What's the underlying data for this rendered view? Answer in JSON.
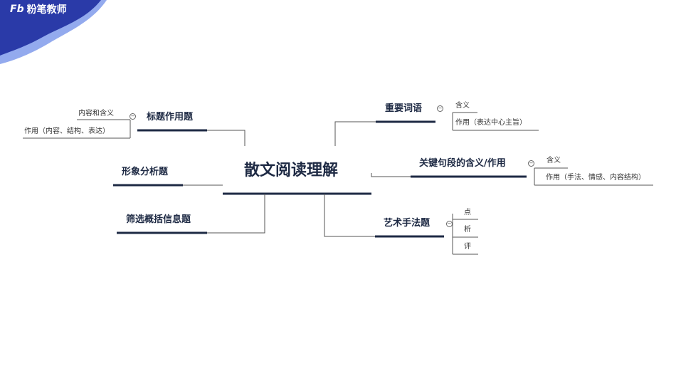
{
  "brand": {
    "mark": "Fb",
    "name": "粉笔教师"
  },
  "center": {
    "label": "散文阅读理解"
  },
  "branches": {
    "title_role": {
      "label": "标题作用题",
      "children": [
        "内容和含义",
        "作用（内容、结构、表达）"
      ]
    },
    "image": {
      "label": "形象分析题"
    },
    "filter": {
      "label": "筛选概括信息题"
    },
    "key_words": {
      "label": "重要词语",
      "children": [
        "含义",
        "作用（表达中心主旨）"
      ]
    },
    "key_sentences": {
      "label": "关键句段的含义/作用",
      "children": [
        "含义",
        "作用（手法、情感、内容结构）"
      ]
    },
    "art": {
      "label": "艺术手法题",
      "children": [
        "点",
        "析",
        "评"
      ]
    }
  },
  "colors": {
    "primary": "#1e2a44",
    "brand_blue": "#2a3aa8",
    "brand_light": "#3b64e0",
    "line": "#555555"
  }
}
